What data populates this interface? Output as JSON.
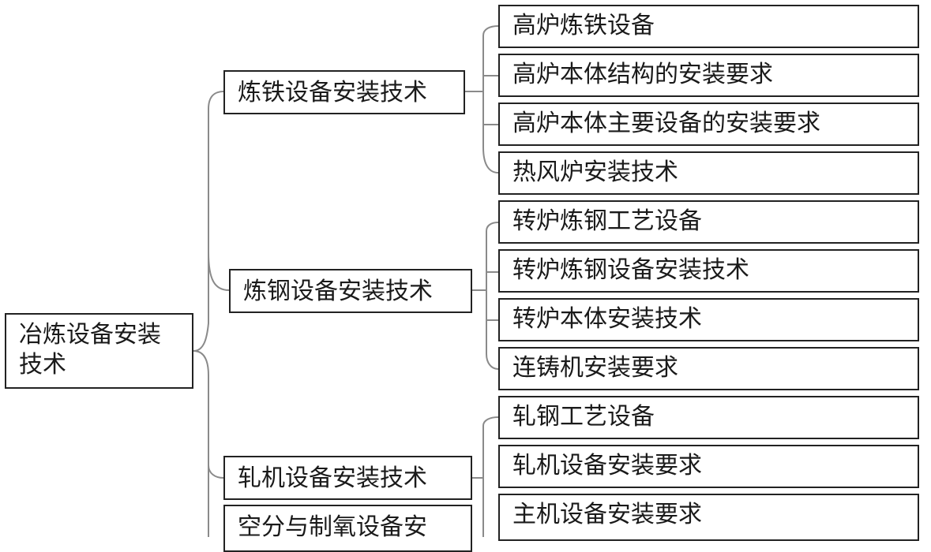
{
  "root": {
    "label": "冶炼设备安装技术"
  },
  "branches": [
    {
      "label": "炼铁设备安装技术",
      "children": [
        "高炉炼铁设备",
        "高炉本体结构的安装要求",
        "高炉本体主要设备的安装要求",
        "热风炉安装技术"
      ]
    },
    {
      "label": "炼钢设备安装技术",
      "children": [
        "转炉炼钢工艺设备",
        "转炉炼钢设备安装技术",
        "转炉本体安装技术",
        "连铸机安装要求"
      ]
    },
    {
      "label": "轧机设备安装技术",
      "children": [
        "轧钢工艺设备",
        "轧机设备安装要求",
        "主机设备安装要求"
      ]
    },
    {
      "label": "空分与制氧设备安"
    }
  ]
}
